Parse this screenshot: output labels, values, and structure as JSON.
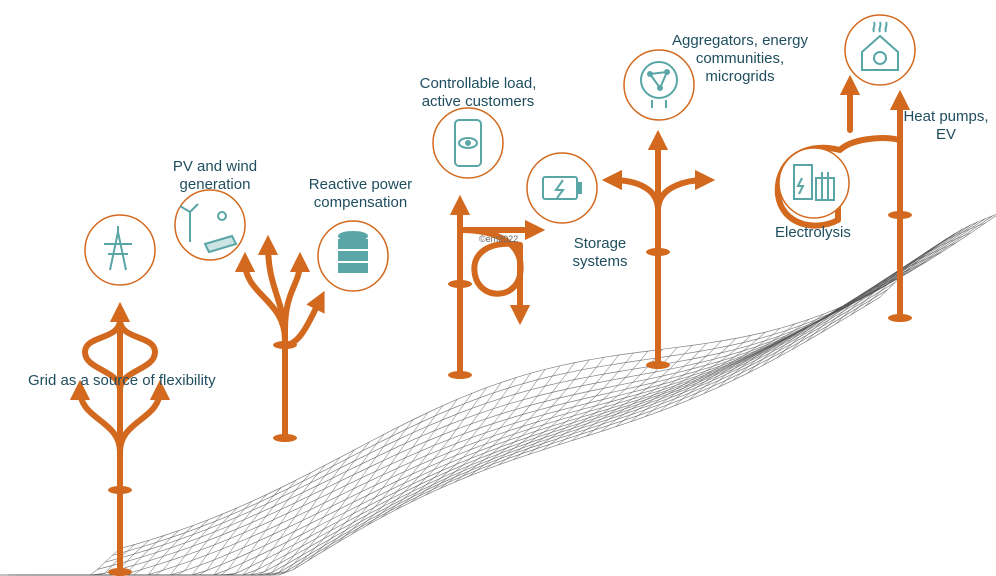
{
  "labels": {
    "grid": "Grid as a source of flexibility",
    "pv_line1": "PV and wind",
    "pv_line2": "generation",
    "reactive_line1": "Reactive power",
    "reactive_line2": "compensation",
    "controllable_line1": "Controllable load,",
    "controllable_line2": "active customers",
    "storage_line1": "Storage",
    "storage_line2": "systems",
    "aggregators_line1": "Aggregators, energy",
    "aggregators_line2": "communities,",
    "aggregators_line3": "microgrids",
    "heat_line1": "Heat pumps,",
    "heat_line2": "EV",
    "electrolysis": "Electrolysis",
    "copyright": "©em2022"
  },
  "icons": [
    "grid-pylon-icon",
    "wind-solar-icon",
    "coin-stack-icon",
    "smartphone-eye-icon",
    "battery-icon",
    "network-brain-icon",
    "electrolyzer-icon",
    "heat-pump-house-icon"
  ],
  "colors": {
    "arrow": "#d2691e",
    "icon": "#5aa6a6",
    "text": "#1f4e5f",
    "mesh": "#555555"
  }
}
